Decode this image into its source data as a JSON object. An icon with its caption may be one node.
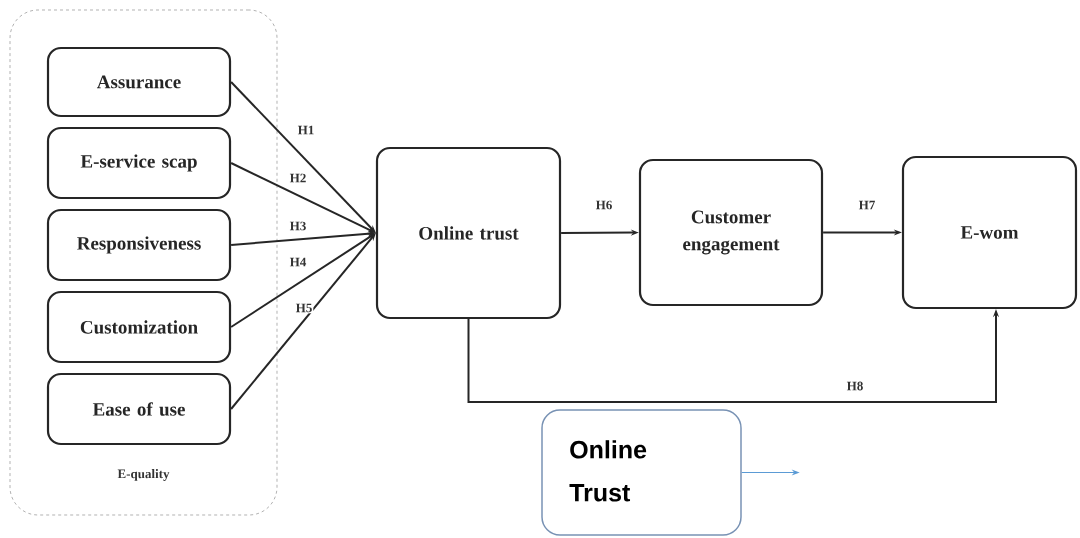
{
  "diagram": {
    "nodes": [
      {
        "text": [
          "E-quality"
        ]
      },
      {
        "text": [
          "Assurance"
        ],
        "in": 0
      },
      {
        "text": [
          "E-service scap"
        ],
        "in": 0
      },
      {
        "text": [
          "Responsiveness"
        ],
        "in": 0
      },
      {
        "text": [
          "Customization"
        ],
        "in": 0
      },
      {
        "text": [
          "Ease of use"
        ],
        "in": 0
      },
      {
        "text": [
          "Online trust"
        ]
      },
      {
        "text": [
          "Customer engagement"
        ]
      },
      {
        "text": [
          "E-wom"
        ]
      },
      {
        "text": [
          "Online Trust"
        ]
      }
    ],
    "edges": [
      {
        "from": 1,
        "to": 6,
        "arrow": "to",
        "label": "H1"
      },
      {
        "from": 2,
        "to": 6,
        "arrow": "to",
        "label": "H2"
      },
      {
        "from": 3,
        "to": 6,
        "arrow": "to",
        "label": "H3"
      },
      {
        "from": 4,
        "to": 6,
        "arrow": "to",
        "label": "H4"
      },
      {
        "from": 5,
        "to": 6,
        "arrow": "to",
        "label": "H5"
      },
      {
        "from": 6,
        "to": 7,
        "arrow": "to",
        "label": "H6"
      },
      {
        "from": 7,
        "to": 8,
        "arrow": "to",
        "label": "H7"
      },
      {
        "from": 6,
        "to": 8,
        "arrow": "to",
        "label": "H8"
      },
      {
        "from": 9,
        "to": null,
        "arrow": "to",
        "color": "#5b9bd5"
      }
    ]
  }
}
